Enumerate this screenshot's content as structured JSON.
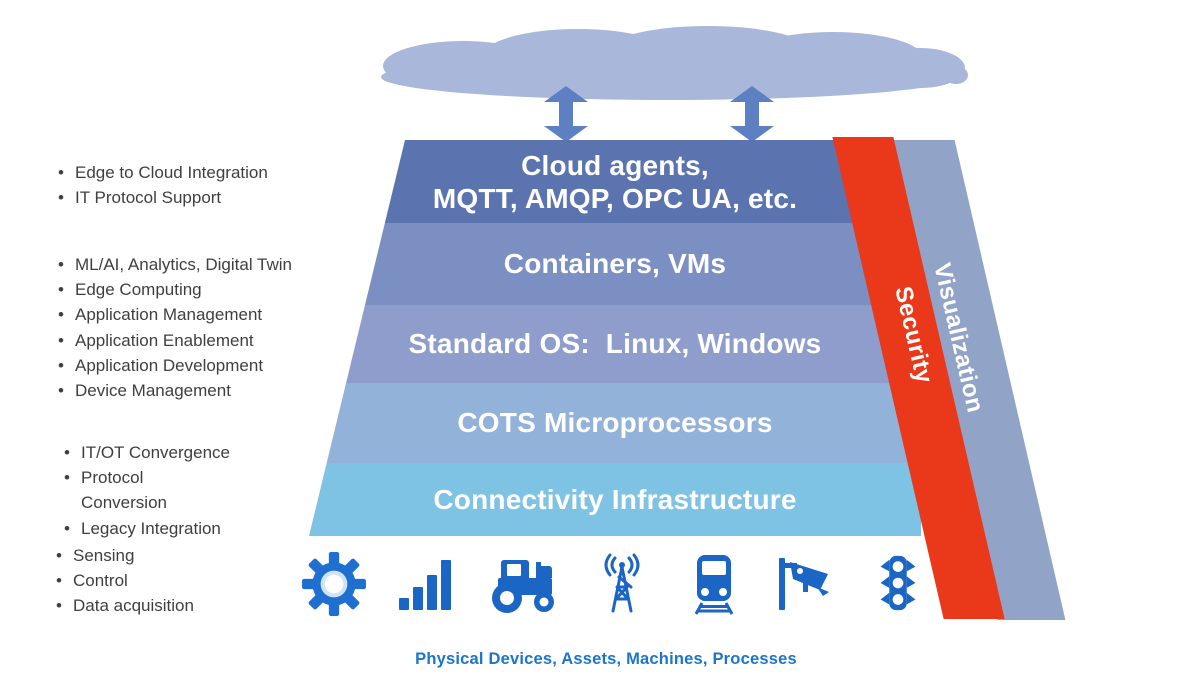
{
  "left_lists": {
    "group1": {
      "items": [
        "Edge to Cloud Integration",
        "IT Protocol Support"
      ]
    },
    "group2": {
      "items": [
        "ML/AI, Analytics, Digital Twin",
        "Edge Computing",
        "Application Management",
        "Application Enablement",
        "Application Development",
        "Device Management"
      ]
    },
    "group3a": {
      "items": [
        "IT/OT Convergence",
        "Protocol Conversion",
        "Legacy Integration"
      ]
    },
    "group3b": {
      "items": [
        "Sensing",
        "Control",
        "Data acquisition"
      ]
    }
  },
  "stack": {
    "layers": [
      {
        "lines": [
          "Cloud agents,",
          "MQTT, AMQP, OPC UA, etc."
        ],
        "color": "#5b74af"
      },
      {
        "label": "Containers, VMs",
        "color": "#7b8fc3"
      },
      {
        "label": "Standard OS:  Linux, Windows",
        "color": "#8e9dcb"
      },
      {
        "label": "COTS Microprocessors",
        "color": "#93b2da"
      },
      {
        "label": "Connectivity Infrastructure",
        "color": "#7fc3e4"
      }
    ]
  },
  "bands": {
    "security": {
      "label": "Security",
      "color": "#e9391a"
    },
    "visualization": {
      "label": "Visualization",
      "color": "#92a3c8"
    }
  },
  "cloud": {
    "color": "#a9b7db",
    "arrow_color": "#5c80c1"
  },
  "icons": [
    "gear",
    "signal-bars",
    "tractor",
    "radio-tower",
    "train",
    "cctv-camera",
    "traffic-light"
  ],
  "icon_color": "#1b66c4",
  "footer": {
    "caption": "Physical Devices, Assets, Machines, Processes"
  },
  "text_color": "#3f3f3f",
  "caption_color": "#1b75cc"
}
